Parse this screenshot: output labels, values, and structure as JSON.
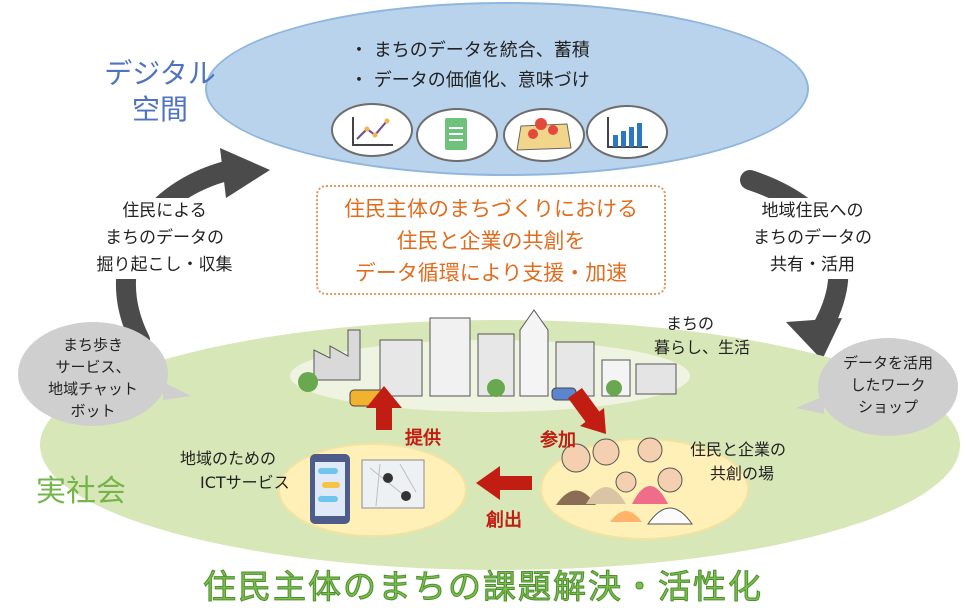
{
  "digital_space": {
    "title_line1": "デジタル",
    "title_line2": "空間",
    "bullets": [
      "・ まちのデータを統合、蓄積",
      "・ データの価値化、意味づけ"
    ],
    "icons": [
      "line-chart-icon",
      "document-icon",
      "map-pin-icon",
      "bar-chart-icon"
    ]
  },
  "left_box": {
    "line1": "住民による",
    "line2": "まちのデータの",
    "line3": "掘り起こし・収集"
  },
  "right_box": {
    "line1": "地域住民への",
    "line2": "まちのデータの",
    "line3": "共有・活用"
  },
  "center_box": {
    "line1": "住民主体のまちづくりにおける",
    "line2": "住民と企業の共創を",
    "line3": "データ循環により支援・加速"
  },
  "left_bubble": {
    "line1": "まち歩き",
    "line2": "サービス、",
    "line3": "地域チャット",
    "line4": "ボット"
  },
  "right_bubble": {
    "line1": "データを活用",
    "line2": "したワーク",
    "line3": "ショップ"
  },
  "city_label": {
    "line1": "まちの",
    "line2": "暮らし、生活"
  },
  "real_society": {
    "title": "実社会"
  },
  "ict": {
    "line1": "地域のための",
    "line2": "ICTサービス"
  },
  "co_creation": {
    "line1": "住民と企業の",
    "line2": "共創の場"
  },
  "flow_labels": {
    "provide": "提供",
    "participate": "参加",
    "create": "創出"
  },
  "footer": {
    "title": "住民主体のまちの課題解決・活性化"
  },
  "colors": {
    "digital_fill": "#b9d3ec",
    "digital_title": "#4f73c0",
    "center_text": "#e06d1f",
    "real_fill": "#d8e7b7",
    "real_title": "#74b44a",
    "red_arrow": "#c21d12",
    "gray_arrow": "#4b4b4b"
  }
}
